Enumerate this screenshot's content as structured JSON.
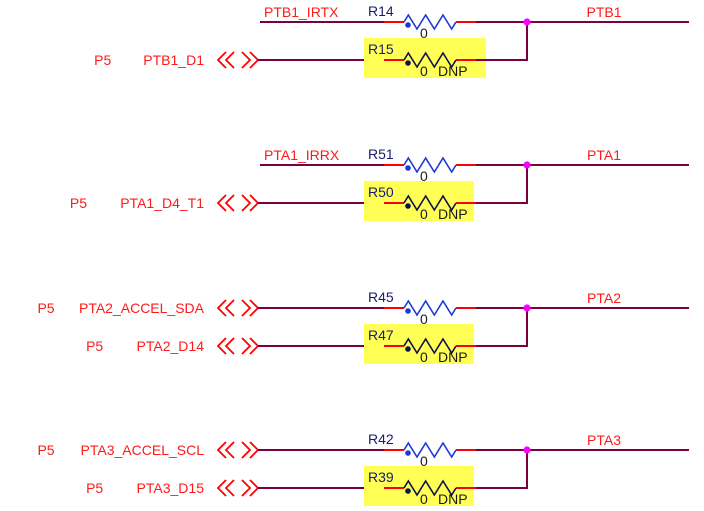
{
  "colors": {
    "wire": "#7a0040",
    "net_label": "#ff1a1a",
    "pin": "#ff0000",
    "junction": "#ff00ff",
    "resistor_fitted": "#1a3ad6",
    "resistor_dnp": "#10104a",
    "dnp_highlight": "#ffff55",
    "refdes": "#1a1a70"
  },
  "groups": [
    {
      "output_net": "PTB1",
      "top": {
        "type": "net",
        "net_label": "PTB1_IRTX",
        "refdes": "R14",
        "value": "0"
      },
      "bottom": {
        "type": "port",
        "sheet": "P5",
        "net_label": "PTB1_D1",
        "refdes": "R15",
        "value": "0",
        "dnp": "DNP"
      }
    },
    {
      "output_net": "PTA1",
      "top": {
        "type": "net",
        "net_label": "PTA1_IRRX",
        "refdes": "R51",
        "value": "0"
      },
      "bottom": {
        "type": "port",
        "sheet": "P5",
        "net_label": "PTA1_D4_T1",
        "refdes": "R50",
        "value": "0",
        "dnp": "DNP"
      }
    },
    {
      "output_net": "PTA2",
      "top": {
        "type": "port",
        "sheet": "P5",
        "net_label": "PTA2_ACCEL_SDA",
        "refdes": "R45",
        "value": "0"
      },
      "bottom": {
        "type": "port",
        "sheet": "P5",
        "net_label": "PTA2_D14",
        "refdes": "R47",
        "value": "0",
        "dnp": "DNP"
      }
    },
    {
      "output_net": "PTA3",
      "top": {
        "type": "port",
        "sheet": "P5",
        "net_label": "PTA3_ACCEL_SCL",
        "refdes": "R42",
        "value": "0"
      },
      "bottom": {
        "type": "port",
        "sheet": "P5",
        "net_label": "PTA3_D15",
        "refdes": "R39",
        "value": "0",
        "dnp": "DNP"
      }
    }
  ]
}
